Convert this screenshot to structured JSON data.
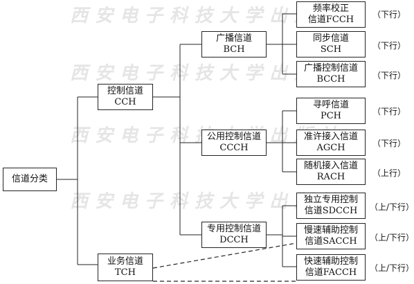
{
  "watermark": "西安电子科技大学出版社",
  "root": {
    "label": "信道分类"
  },
  "control": {
    "line1": "控制信道",
    "line2": "CCH"
  },
  "traffic": {
    "line1": "业务信道",
    "line2": "TCH"
  },
  "bch": {
    "line1": "广播信道",
    "line2": "BCH"
  },
  "ccch": {
    "line1": "公用控制信道",
    "line2": "CCCH"
  },
  "dcch": {
    "line1": "专用控制信道",
    "line2": "DCCH"
  },
  "leaves": [
    {
      "line1": "频率校正",
      "line2": "信道FCCH",
      "dir": "（下行）"
    },
    {
      "line1": "同步信道",
      "line2": "SCH",
      "dir": "（下行）"
    },
    {
      "line1": "广播控制信道",
      "line2": "BCCH",
      "dir": "（下行）"
    },
    {
      "line1": "寻呼信道",
      "line2": "PCH",
      "dir": "（下行）"
    },
    {
      "line1": "准许接入信道",
      "line2": "AGCH",
      "dir": "（下行）"
    },
    {
      "line1": "随机接入信道",
      "line2": "RACH",
      "dir": "（上行）"
    },
    {
      "line1": "独立专用控制",
      "line2": "信道SDCCH",
      "dir": "（上/下行）"
    },
    {
      "line1": "慢速辅助控制",
      "line2": "信道SACCH",
      "dir": "（上/下行）"
    },
    {
      "line1": "快速辅助控制",
      "line2": "信道FACCH",
      "dir": "（上/下行）"
    }
  ]
}
